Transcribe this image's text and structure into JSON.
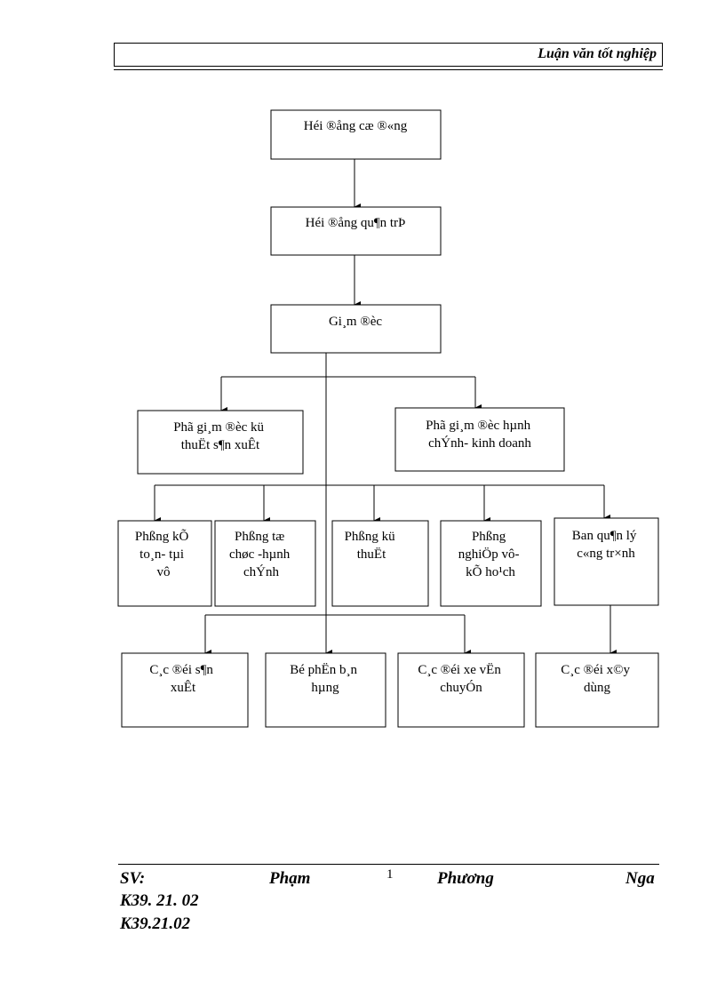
{
  "header": {
    "title": "Luận văn tốt nghiệp"
  },
  "org": {
    "shareholders": [
      "Héi ®ång cæ ®«ng"
    ],
    "board": [
      "Héi ®ång qu¶n trÞ"
    ],
    "director": [
      "Gi¸m ®èc"
    ],
    "vice_tech": [
      "Phã gi¸m ®èc kü",
      "thuËt s¶n xuÊt"
    ],
    "vice_admin": [
      "Phã gi¸m ®èc hµnh",
      "chÝnh- kinh doanh"
    ],
    "dept_accounting": [
      "Phßng kÕ",
      "to¸n- tµi",
      "vô"
    ],
    "dept_hr": [
      "Phßng tæ",
      "chøc -hµnh",
      "chÝnh"
    ],
    "dept_technical": [
      "Phßng kü",
      "thuËt"
    ],
    "dept_planning": [
      "Phßng",
      "nghiÖp vô-",
      "kÕ ho¹ch"
    ],
    "dept_project": [
      "Ban qu¶n lý",
      "c«ng tr×nh"
    ],
    "unit_production": [
      "C¸c ®éi s¶n",
      "xuÊt"
    ],
    "unit_sales": [
      "Bé phËn b¸n",
      "hµng"
    ],
    "unit_transport": [
      "C¸c ®éi xe vËn",
      "chuyÓn"
    ],
    "unit_construction": [
      "C¸c ®éi x©y",
      "dùng"
    ]
  },
  "footer": {
    "sv_label": "SV:",
    "first_name": "Phạm",
    "page_number": "1",
    "middle_name": "Phương",
    "last_name": "Nga",
    "code1": "K39. 21. 02",
    "code2": "K39.21.02"
  }
}
